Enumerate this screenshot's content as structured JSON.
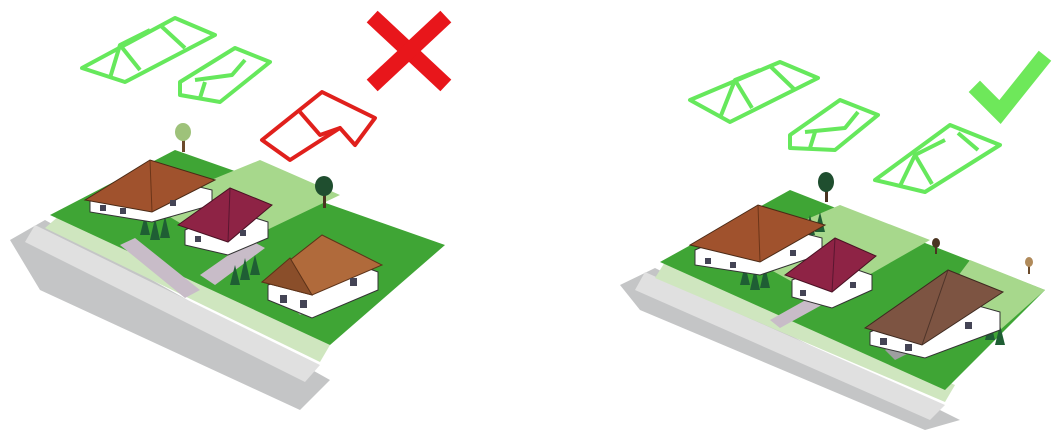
{
  "panels": [
    {
      "verdict": "incorrect",
      "mark_icon": "cross-icon",
      "footprints": [
        "existing-roof-1",
        "existing-roof-2",
        "proposed-roof-incompatible"
      ]
    },
    {
      "verdict": "correct",
      "mark_icon": "check-icon",
      "footprints": [
        "existing-roof-1",
        "existing-roof-2",
        "proposed-roof-compatible"
      ]
    }
  ],
  "colors": {
    "background": "#ffffff",
    "outline_green": "#66e85c",
    "outline_red": "#e0201c",
    "mark_red": "#e8161b",
    "mark_green": "#6ee85a",
    "lawn_dark": "#3fa535",
    "lawn_light": "#a7d88c",
    "sidewalk": "#d3d4d4",
    "street_shadow": "#b9babb",
    "roof_brown": "#a0522d",
    "roof_maroon": "#8e2345",
    "roof_ranch": "#b06a3b",
    "roof_compatible": "#7d5442",
    "wall": "#ffffff",
    "driveway": "#c8bcc8",
    "tree": "#1f5e34"
  }
}
